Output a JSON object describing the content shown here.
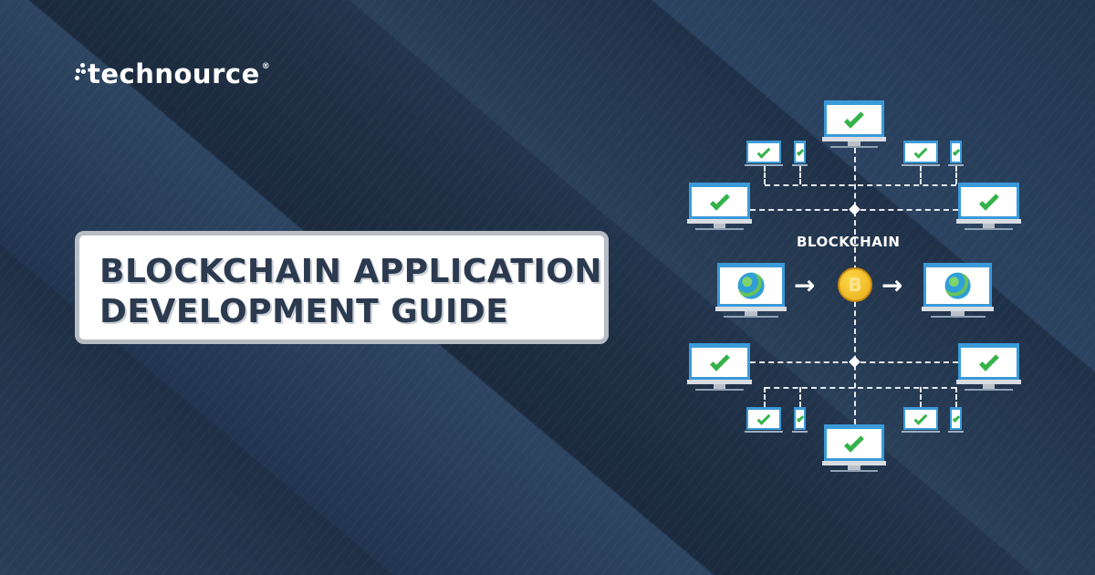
{
  "brand": {
    "name": "technource",
    "registered": "®"
  },
  "title": {
    "line1": "BLOCKCHAIN APPLICATION",
    "line2": "DEVELOPMENT GUIDE"
  },
  "diagram": {
    "center_label": "BLOCKCHAIN",
    "coin_symbol": "B",
    "arrow_glyph": "→"
  },
  "colors": {
    "background": "#1f3147",
    "title_text": "#2b3a4e",
    "check": "#35b34a",
    "screen_frame": "#3a9ad9",
    "coin": "#f2c230"
  }
}
